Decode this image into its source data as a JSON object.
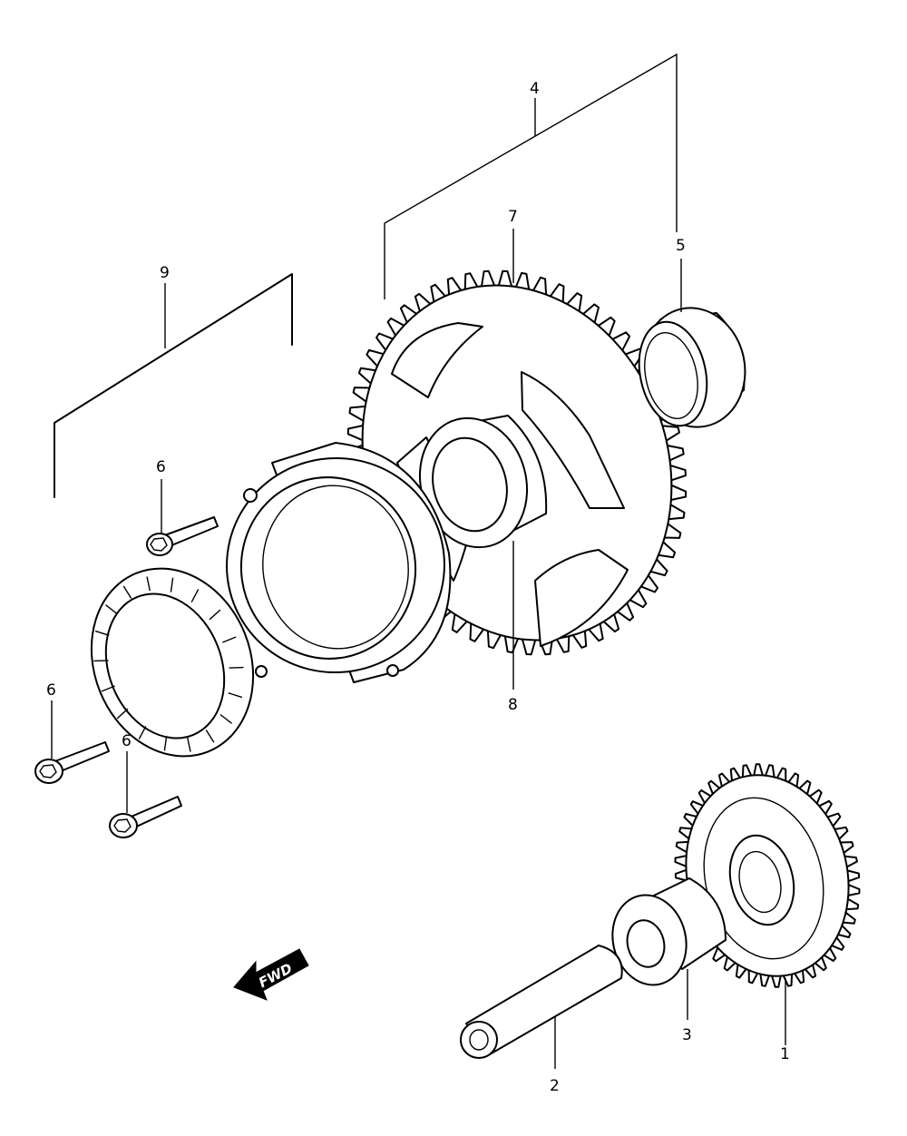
{
  "diagram": {
    "labels": {
      "p1": "1",
      "p2": "2",
      "p3": "3",
      "p4": "4",
      "p5": "5",
      "p6a": "6",
      "p6b": "6",
      "p6c": "6",
      "p7": "7",
      "p8": "8",
      "p9": "9"
    },
    "fwd_arrow": "FWD"
  }
}
